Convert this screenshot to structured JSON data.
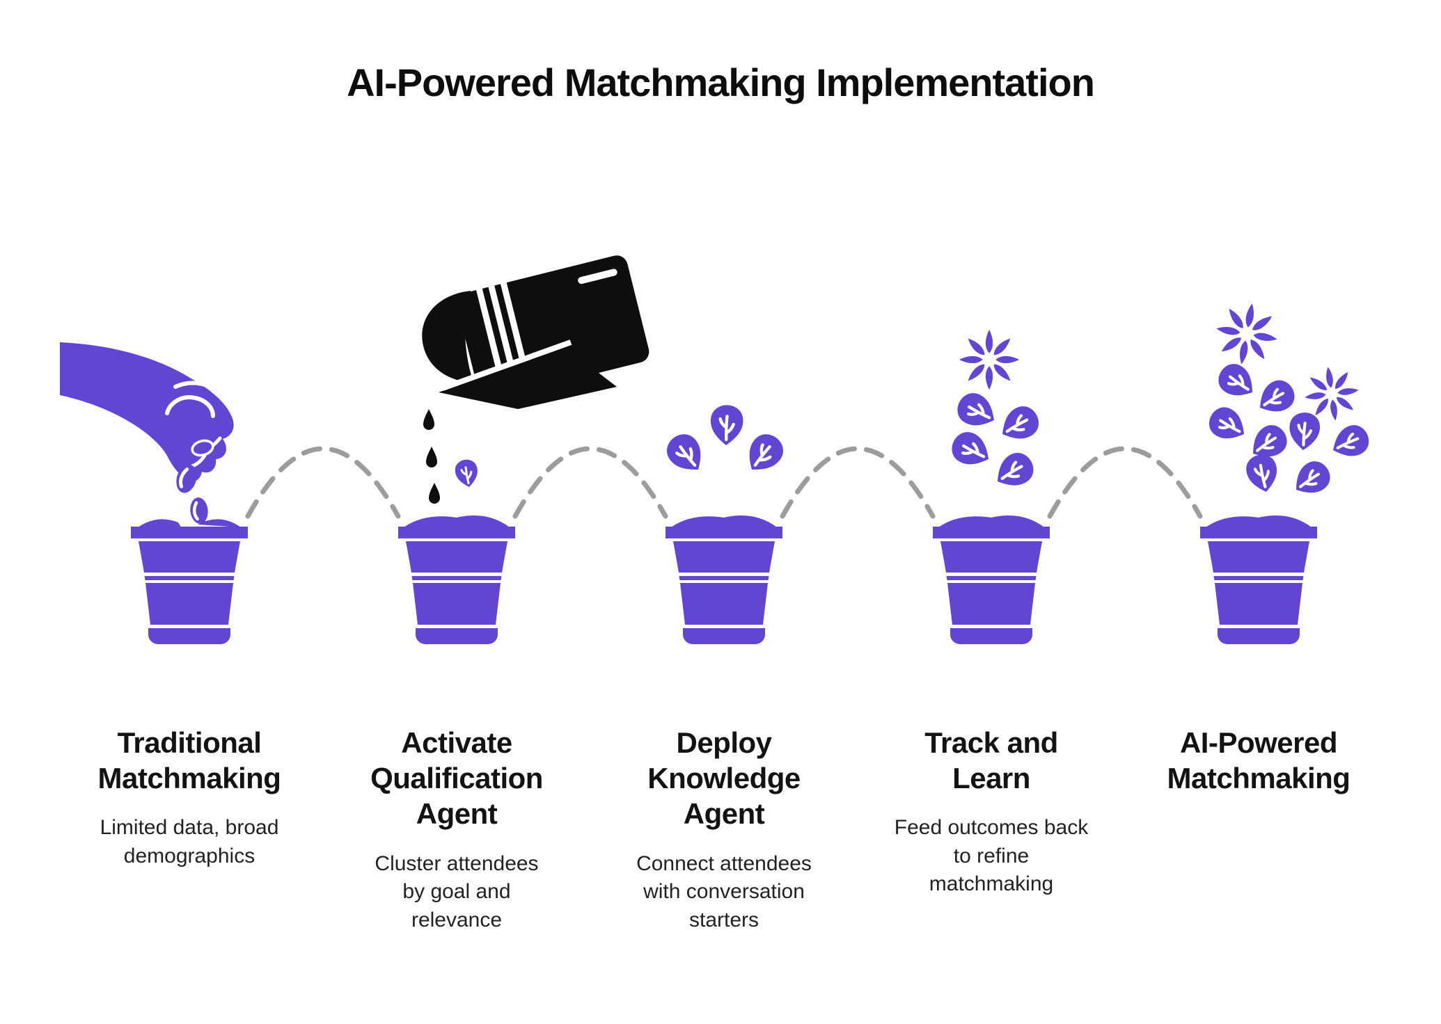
{
  "title": "AI-Powered Matchmaking Implementation",
  "colors": {
    "purple": "#6245D3",
    "black": "#0E0E0E",
    "dash_gray": "#9C9C9C",
    "background": "#FFFFFF",
    "heading_text": "#131313",
    "subtitle_text": "#222222"
  },
  "connector": {
    "style": "dashed-arc",
    "count": 4
  },
  "stages": [
    {
      "id": "traditional-matchmaking",
      "icon": "hand-planting-seeds-icon",
      "heading": "Traditional\nMatchmaking",
      "subtitle": "Limited data, broad\ndemographics"
    },
    {
      "id": "activate-qualification-agent",
      "icon": "watering-can-pouring-icon",
      "heading": "Activate\nQualification\nAgent",
      "subtitle": "Cluster attendees\nby goal and\nrelevance"
    },
    {
      "id": "deploy-knowledge-agent",
      "icon": "sprouting-leaves-icon",
      "heading": "Deploy\nKnowledge\nAgent",
      "subtitle": "Connect attendees\nwith conversation\nstarters"
    },
    {
      "id": "track-and-learn",
      "icon": "flower-sprout-icon",
      "heading": "Track and\nLearn",
      "subtitle": "Feed outcomes back\nto refine\nmatchmaking"
    },
    {
      "id": "ai-powered-matchmaking",
      "icon": "full-bloom-plant-icon",
      "heading": "AI-Powered\nMatchmaking",
      "subtitle": ""
    }
  ]
}
